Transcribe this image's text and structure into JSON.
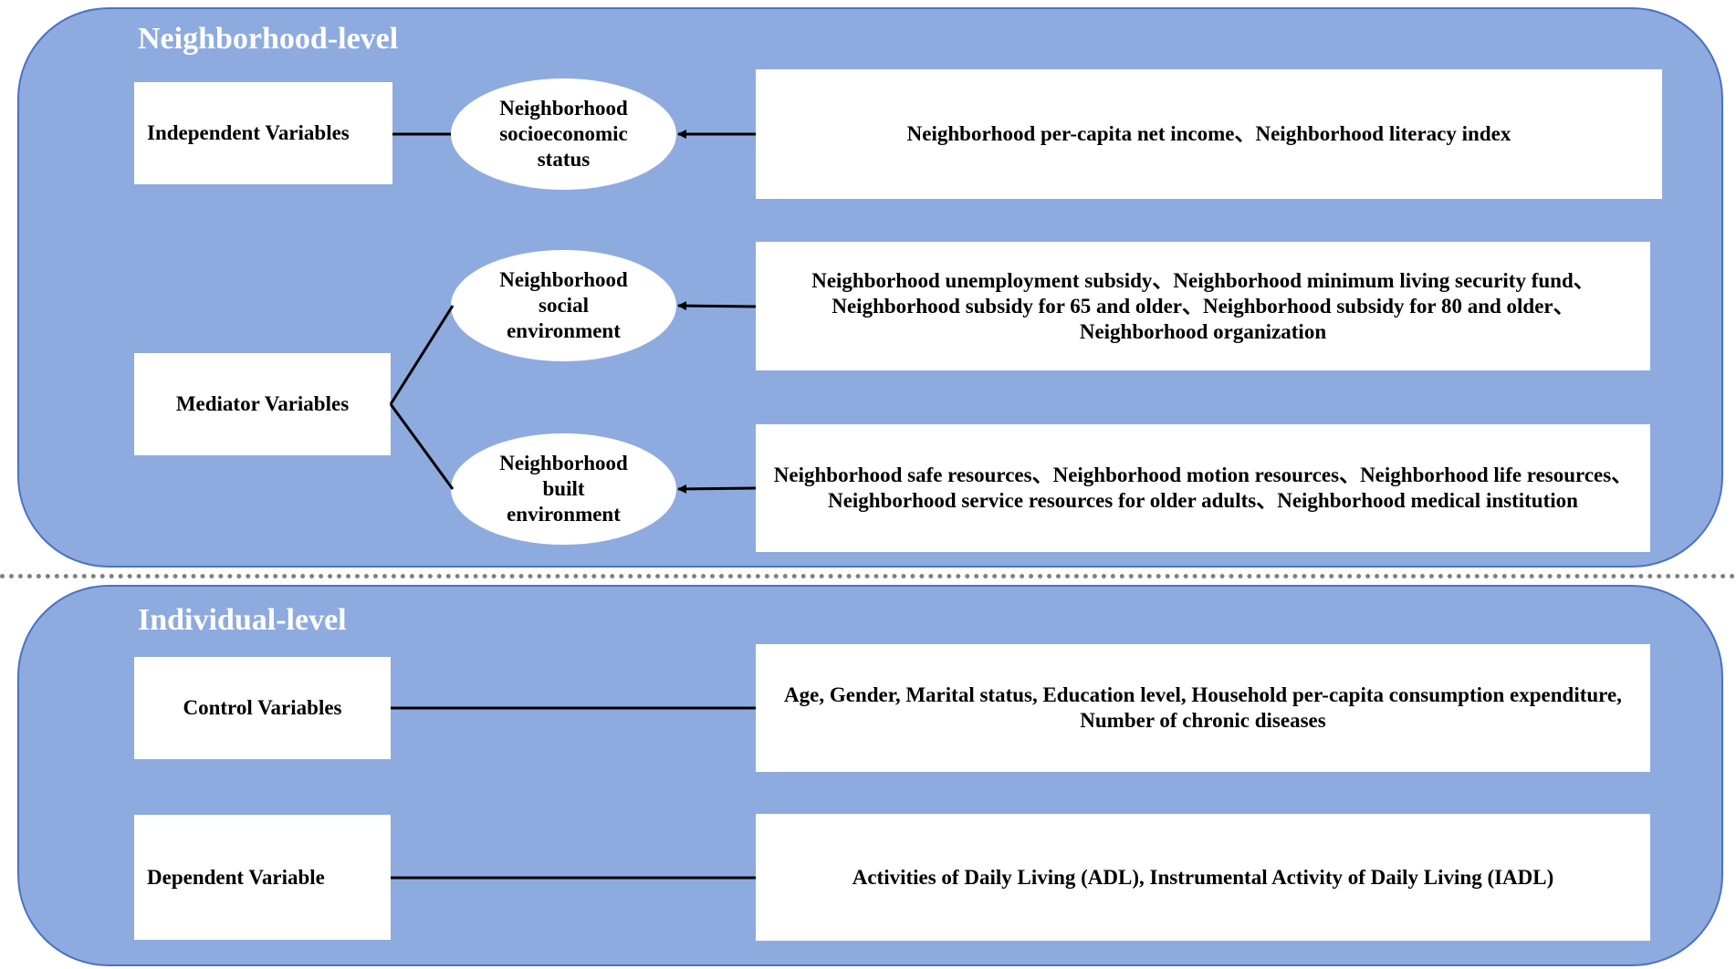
{
  "neighborhood": {
    "title": "Neighborhood-level",
    "independent": {
      "label": "Independent Variables",
      "construct": "Neighborhood\nsocioeconomic\nstatus",
      "indicators": "Neighborhood per-capita net income、Neighborhood literacy index"
    },
    "mediator": {
      "label": "Mediator Variables",
      "social": {
        "construct": "Neighborhood\nsocial\nenvironment",
        "indicators": "Neighborhood unemployment subsidy、Neighborhood minimum living security fund、\nNeighborhood subsidy for 65 and older、Neighborhood subsidy for 80 and older、\nNeighborhood organization"
      },
      "built": {
        "construct": "Neighborhood\nbuilt\nenvironment",
        "indicators": "Neighborhood safe resources、Neighborhood motion resources、Neighborhood life resources、\nNeighborhood service resources for older adults、Neighborhood medical institution"
      }
    }
  },
  "individual": {
    "title": "Individual-level",
    "control": {
      "label": "Control Variables",
      "indicators": "Age, Gender, Marital status, Education level, Household per-capita consumption expenditure,\nNumber of chronic diseases"
    },
    "dependent": {
      "label": "Dependent Variable",
      "indicators": "Activities of Daily Living (ADL), Instrumental Activity of Daily Living (IADL)"
    }
  },
  "colors": {
    "panel_fill": "#8eabdf",
    "panel_border": "#4a72c4",
    "title_text": "#ffffff",
    "box_fill": "#ffffff",
    "divider": "#808080"
  }
}
